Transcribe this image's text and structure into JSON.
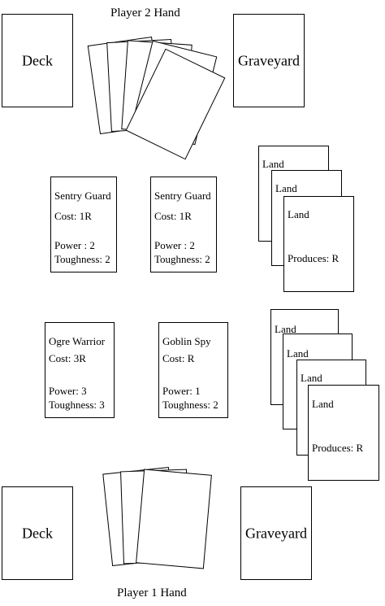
{
  "player2": {
    "hand_label": "Player 2 Hand",
    "deck_label": "Deck",
    "graveyard_label": "Graveyard",
    "creatures": [
      {
        "name": "Sentry Guard",
        "cost": "Cost: 1R",
        "power": "Power : 2",
        "toughness": "Toughness: 2"
      },
      {
        "name": "Sentry Guard",
        "cost": "Cost: 1R",
        "power": "Power : 2",
        "toughness": "Toughness: 2"
      }
    ],
    "lands": [
      {
        "title": "Land",
        "produces": ""
      },
      {
        "title": "Land",
        "produces": ""
      },
      {
        "title": "Land",
        "produces": "Produces: R"
      }
    ]
  },
  "player1": {
    "hand_label": "Player 1 Hand",
    "deck_label": "Deck",
    "graveyard_label": "Graveyard",
    "creatures": [
      {
        "name": "Ogre Warrior",
        "cost": "Cost: 3R",
        "power": "Power: 3",
        "toughness": "Toughness: 3"
      },
      {
        "name": "Goblin Spy",
        "cost": "Cost: R",
        "power": "Power: 1",
        "toughness": "Toughness: 2"
      }
    ],
    "lands": [
      {
        "title": "Land",
        "produces": ""
      },
      {
        "title": "Land",
        "produces": ""
      },
      {
        "title": "Land",
        "produces": ""
      },
      {
        "title": "Land",
        "produces": "Produces: R"
      }
    ]
  }
}
